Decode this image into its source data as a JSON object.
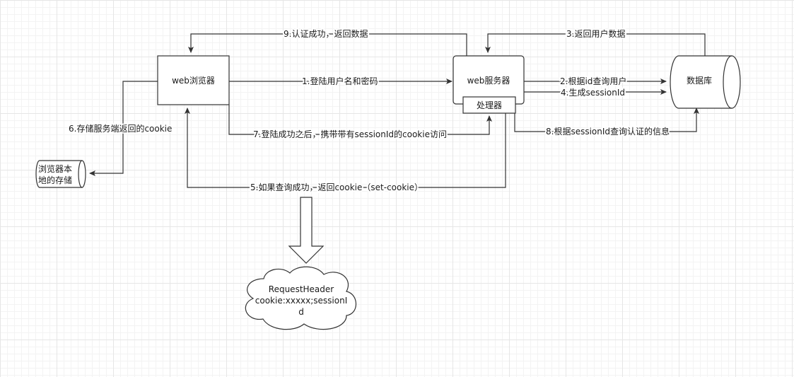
{
  "nodes": {
    "browser": "web浏览器",
    "server": "web服务器",
    "processor": "处理器",
    "database": "数据库",
    "local_storage_line1": "浏览器本",
    "local_storage_line2": "地的存储",
    "cloud_line1": "RequestHeader",
    "cloud_line2": "cookie:xxxxx;sessionI",
    "cloud_line3": "d"
  },
  "edges": {
    "step1": "1.登陆用户名和密码",
    "step2": "2.根据id查询用户",
    "step3": "3.返回用户数据",
    "step4": "4.生成sessionId",
    "step5": "5.如果查询成功，返回cookie（set-cookie）",
    "step6": "6.存储服务端返回的cookie",
    "step7": "7.登陆成功之后，携带带有sessionId的cookie访问",
    "step8": "8.根据sessionId查询认证的信息",
    "step9": "9.认证成功，返回数据"
  },
  "colors": {
    "stroke": "#333333",
    "grid": "#e6e6e6",
    "fill": "#ffffff"
  }
}
